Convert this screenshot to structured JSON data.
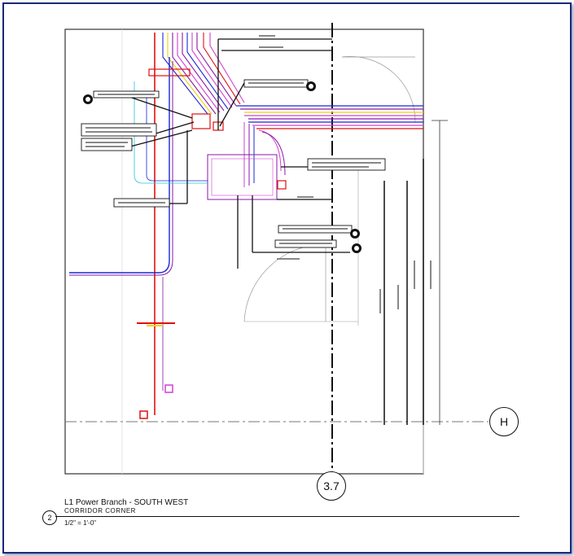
{
  "drawing": {
    "view_number": "2",
    "title_line1": "L1 Power Branch - SOUTH WEST",
    "title_line2": "CORRIDOR CORNER",
    "scale": "1/2\" = 1'-0\""
  },
  "grid": {
    "vertical_label": "3.7",
    "horizontal_label": "H"
  },
  "colors": {
    "frame": "#1a2a7a",
    "red_conduit": "#e01010",
    "blue_conduit": "#1a28d8",
    "purple_conduit": "#8a1aa8",
    "magenta_conduit": "#d040d0",
    "yellow_conduit": "#f0d000",
    "cyan_conduit": "#20c8e0",
    "wall": "#222222"
  }
}
